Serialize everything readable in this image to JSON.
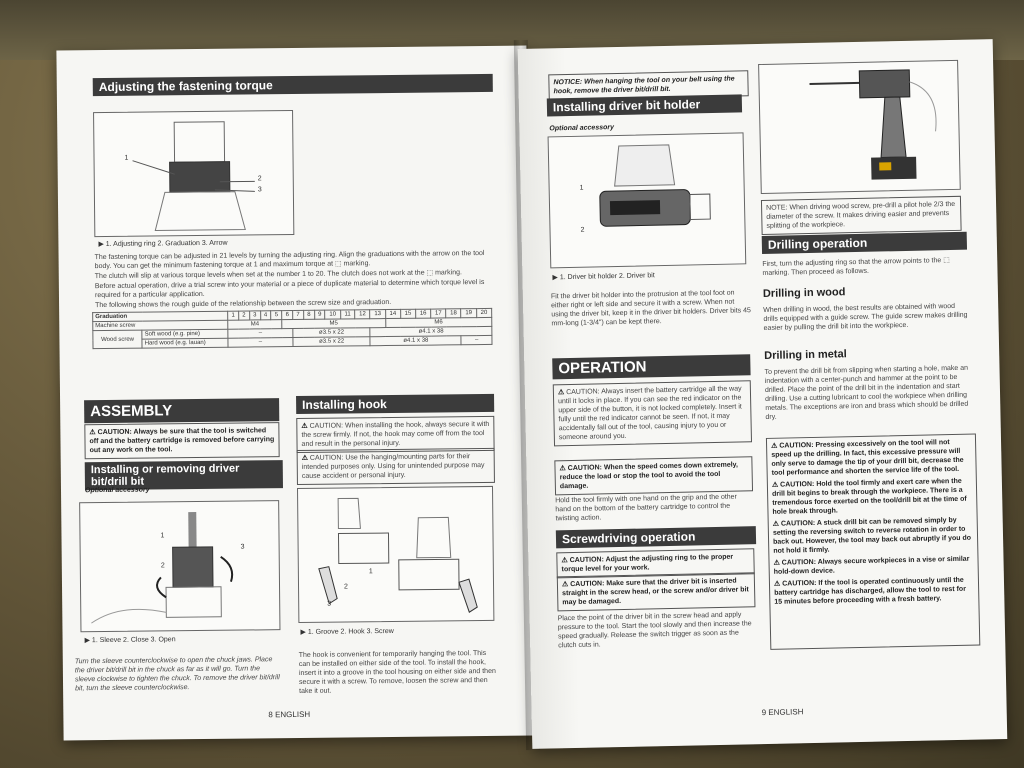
{
  "left": {
    "torque": {
      "title": "Adjusting the fastening torque",
      "fig_labels": [
        "1",
        "2",
        "3"
      ],
      "caption": "▶ 1. Adjusting ring 2. Graduation 3. Arrow",
      "p1": "The fastening torque can be adjusted in 21 levels by turning the adjusting ring. Align the graduations with the arrow on the tool body. You can get the minimum fastening torque at 1 and maximum torque at ⬚ marking.",
      "p2": "The clutch will slip at various torque levels when set at the number 1 to 20. The clutch does not work at the ⬚ marking.",
      "p3": "Before actual operation, drive a trial screw into your material or a piece of duplicate material to determine which torque level is required for a particular application.",
      "p4": "The following shows the rough guide of the relationship between the screw size and graduation.",
      "table": {
        "graduation_label": "Graduation",
        "numbers": [
          "1",
          "2",
          "3",
          "4",
          "5",
          "6",
          "7",
          "8",
          "9",
          "10",
          "11",
          "12",
          "13",
          "14",
          "15",
          "16",
          "17",
          "18",
          "19",
          "20"
        ],
        "machine_screw": "Machine screw",
        "m4": "M4",
        "m5": "M5",
        "m6": "M6",
        "wood_screw": "Wood screw",
        "soft_wood": "Soft wood (e.g. pine)",
        "hard_wood": "Hard wood (e.g. lauan)",
        "dash": "–",
        "sw1": "ø3.5 x 22",
        "sw2": "ø4.1 x 38",
        "hw1": "ø3.5 x 22",
        "hw2": "ø4.1 x 38"
      }
    },
    "assembly": {
      "title": "ASSEMBLY",
      "caution": "CAUTION: Always be sure that the tool is switched off and the battery cartridge is removed before carrying out any work on the tool."
    },
    "driverbit": {
      "title": "Installing or removing driver bit/drill bit",
      "optional": "Optional accessory",
      "fig_labels": [
        "1",
        "2",
        "3"
      ],
      "caption": "▶ 1. Sleeve 2. Close 3. Open",
      "text": "Turn the sleeve counterclockwise to open the chuck jaws. Place the driver bit/drill bit in the chuck as far as it will go. Turn the sleeve clockwise to tighten the chuck. To remove the driver bit/drill bit, turn the sleeve counterclockwise."
    },
    "hook": {
      "title": "Installing hook",
      "caution1": "CAUTION: When installing the hook, always secure it with the screw firmly. If not, the hook may come off from the tool and result in the personal injury.",
      "caution2": "CAUTION: Use the hanging/mounting parts for their intended purposes only. Using for unintended purpose may cause accident or personal injury.",
      "fig_labels": [
        "1",
        "2",
        "3"
      ],
      "caption": "▶ 1. Groove 2. Hook 3. Screw",
      "text": "The hook is convenient for temporarily hanging the tool. This can be installed on either side of the tool. To install the hook, insert it into a groove in the tool housing on either side and then secure it with a screw. To remove, loosen the screw and then take it out."
    },
    "page_number": "8 ENGLISH"
  },
  "right": {
    "notice": "NOTICE: When hanging the tool on your belt using the hook, remove the driver bit/drill bit.",
    "holder": {
      "title": "Installing driver bit holder",
      "optional": "Optional accessory",
      "fig_labels": [
        "1",
        "2"
      ],
      "caption": "▶ 1. Driver bit holder 2. Driver bit",
      "text": "Fit the driver bit holder into the protrusion at the tool foot on either right or left side and secure it with a screw. When not using the driver bit, keep it in the driver bit holders. Driver bits 45 mm-long (1-3/4\") can be kept there."
    },
    "operation": {
      "title": "OPERATION",
      "caution1": "CAUTION: Always insert the battery cartridge all the way until it locks in place. If you can see the red indicator on the upper side of the button, it is not locked completely. Insert it fully until the red indicator cannot be seen. If not, it may accidentally fall out of the tool, causing injury to you or someone around you.",
      "caution2": "CAUTION: When the speed comes down extremely, reduce the load or stop the tool to avoid the tool damage.",
      "text": "Hold the tool firmly with one hand on the grip and the other hand on the bottom of the battery cartridge to control the twisting action."
    },
    "screwdriving": {
      "title": "Screwdriving operation",
      "caution1": "CAUTION: Adjust the adjusting ring to the proper torque level for your work.",
      "caution2": "CAUTION: Make sure that the driver bit is inserted straight in the screw head, or the screw and/or driver bit may be damaged.",
      "text": "Place the point of the driver bit in the screw head and apply pressure to the tool. Start the tool slowly and then increase the speed gradually. Release the switch trigger as soon as the clutch cuts in."
    },
    "note": "NOTE: When driving wood screw, pre-drill a pilot hole 2/3 the diameter of the screw. It makes driving easier and prevents splitting of the workpiece.",
    "drilling": {
      "title": "Drilling operation",
      "text": "First, turn the adjusting ring so that the arrow points to the ⬚ marking. Then proceed as follows.",
      "wood_title": "Drilling in wood",
      "wood_text": "When drilling in wood, the best results are obtained with wood drills equipped with a guide screw. The guide screw makes drilling easier by pulling the drill bit into the workpiece.",
      "metal_title": "Drilling in metal",
      "metal_text": "To prevent the drill bit from slipping when starting a hole, make an indentation with a center-punch and hammer at the point to be drilled. Place the point of the drill bit in the indentation and start drilling. Use a cutting lubricant to cool the workpiece when drilling metals. The exceptions are iron and brass which should be drilled dry.",
      "c1": "CAUTION: Pressing excessively on the tool will not speed up the drilling. In fact, this excessive pressure will only serve to damage the tip of your drill bit, decrease the tool performance and shorten the service life of the tool.",
      "c2": "CAUTION: Hold the tool firmly and exert care when the drill bit begins to break through the workpiece. There is a tremendous force exerted on the tool/drill bit at the time of hole break through.",
      "c3": "CAUTION: A stuck drill bit can be removed simply by setting the reversing switch to reverse rotation in order to back out. However, the tool may back out abruptly if you do not hold it firmly.",
      "c4": "CAUTION: Always secure workpieces in a vise or similar hold-down device.",
      "c5": "CAUTION: If the tool is operated continuously until the battery cartridge has discharged, allow the tool to rest for 15 minutes before proceeding with a fresh battery."
    },
    "page_number": "9 ENGLISH"
  }
}
